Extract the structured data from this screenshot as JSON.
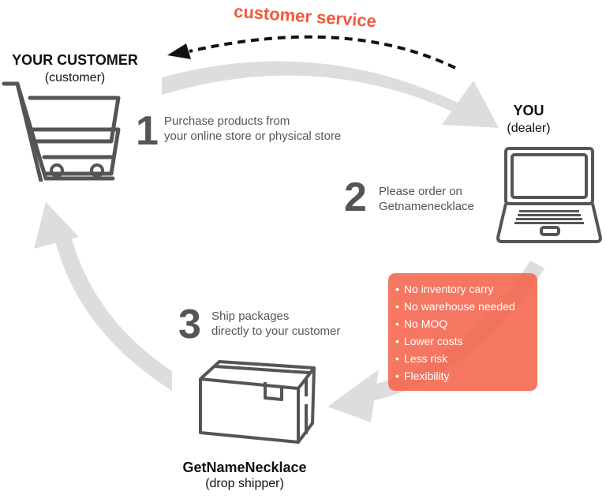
{
  "top_label": "customer service",
  "colors": {
    "accent": "#f15a3c",
    "box_fill": "#f5644b",
    "arrow_gray": "#dddddd",
    "icon_gray": "#555555",
    "text_dark": "#111111"
  },
  "nodes": {
    "customer": {
      "title": "YOUR CUSTOMER",
      "subtitle": "(customer)",
      "icon": "shopping-cart-icon"
    },
    "dealer": {
      "title": "YOU",
      "subtitle": "(dealer)",
      "icon": "laptop-icon"
    },
    "shipper": {
      "title": "GetNameNecklace",
      "subtitle": "(drop shipper)",
      "icon": "package-box-icon"
    }
  },
  "steps": [
    {
      "number": "1",
      "line1": "Purchase products from",
      "line2": "your online store or physical store"
    },
    {
      "number": "2",
      "line1": "Please order on",
      "line2": "Getnamenecklace"
    },
    {
      "number": "3",
      "line1": "Ship packages",
      "line2": "directly to your customer"
    }
  ],
  "benefits": [
    "No  inventory carry",
    "No warehouse needed",
    "No MOQ",
    "Lower costs",
    "Less risk",
    "Flexibility"
  ]
}
